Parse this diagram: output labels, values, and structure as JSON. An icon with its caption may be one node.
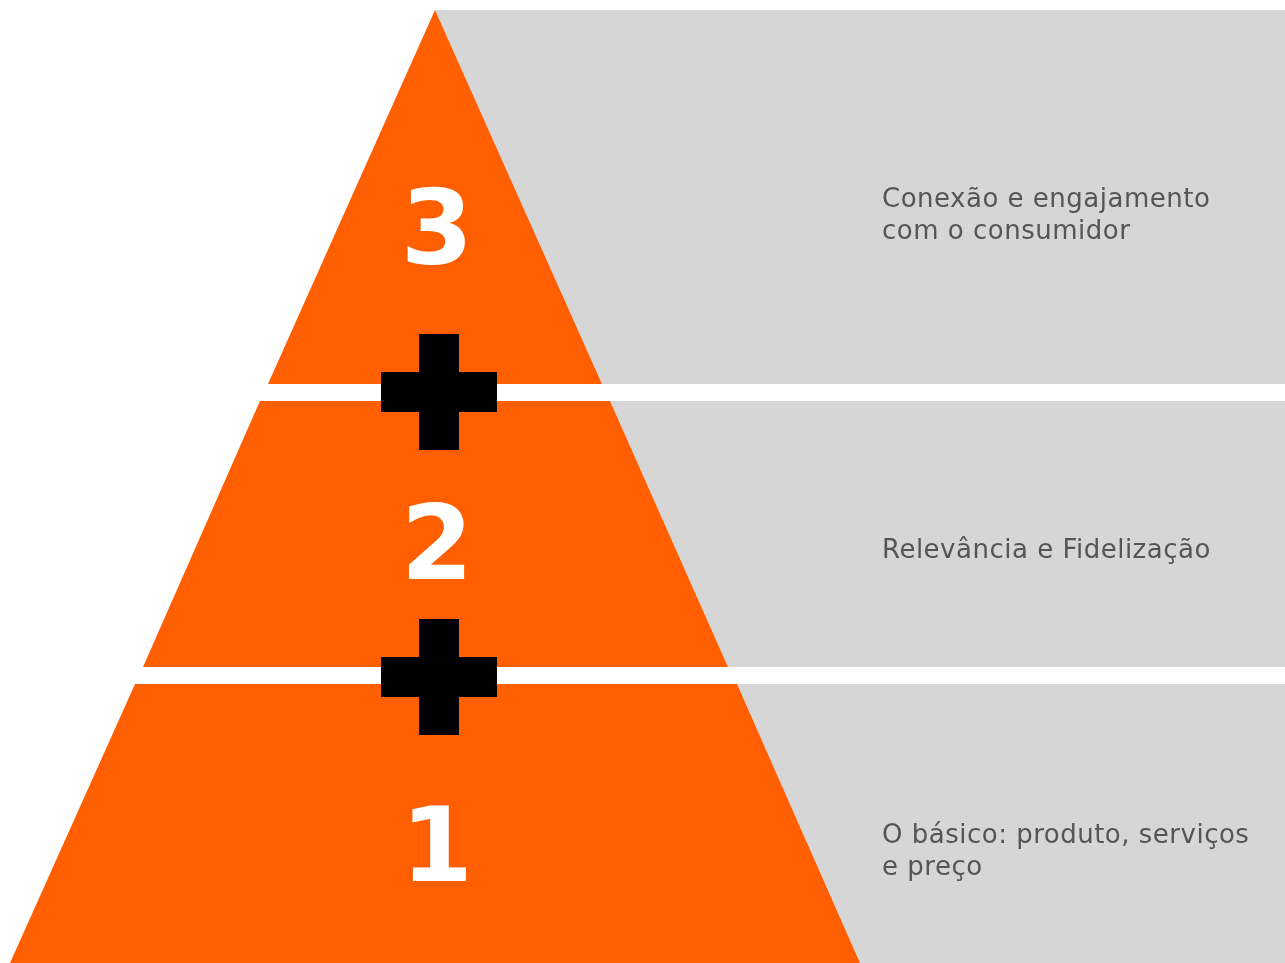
{
  "diagram": {
    "nodes": [
      {
        "text": [
          "3"
        ]
      },
      {
        "text": [
          "Conexão e engajamento com o consumidor"
        ]
      },
      {
        "text": [
          "2"
        ]
      },
      {
        "text": [
          "Relevância e Fidelização"
        ]
      },
      {
        "text": [
          "1"
        ]
      },
      {
        "text": [
          "O básico: produto, serviços e preço"
        ]
      }
    ],
    "edges": []
  }
}
